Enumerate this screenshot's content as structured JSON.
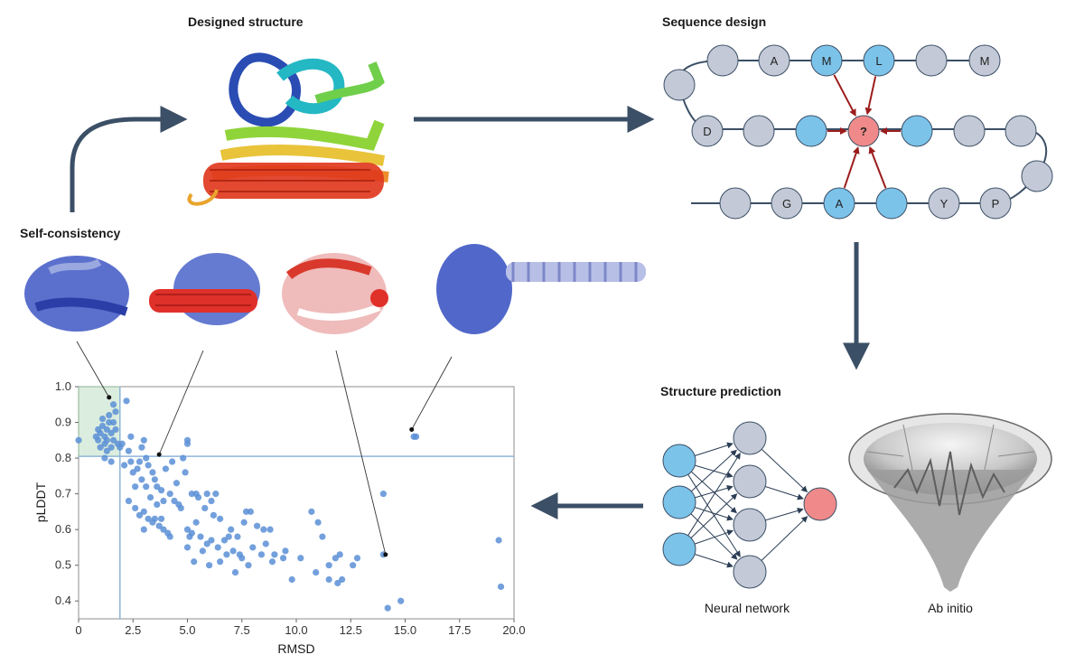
{
  "panels": {
    "designed_structure": "Designed structure",
    "sequence_design": "Sequence design",
    "self_consistency": "Self-consistency",
    "structure_prediction": "Structure prediction",
    "neural_network": "Neural network",
    "ab_initio": "Ab initio"
  },
  "sequence": {
    "top_row": [
      "",
      "A",
      "M",
      "L",
      "",
      "M"
    ],
    "left_cap": [
      ""
    ],
    "middle_row": [
      "D",
      "",
      "",
      "?",
      "",
      "",
      ""
    ],
    "bottom_row": [
      "",
      "G",
      "A",
      "",
      "Y",
      "P"
    ],
    "colors": {
      "plain": "#c3c9d6",
      "context": "#7cc3ea",
      "target": "#f08a8a",
      "arrow": "#9b1c1c"
    }
  },
  "network": {
    "layers": [
      3,
      4,
      1
    ],
    "colors": {
      "input": "#7cc3ea",
      "hidden": "#c3c9d6",
      "output": "#f08a8a"
    }
  },
  "chart_data": {
    "type": "scatter",
    "xlabel": "RMSD",
    "ylabel": "pLDDT",
    "xlim": [
      0,
      20
    ],
    "ylim": [
      0.35,
      1.0
    ],
    "x_ticks": [
      "0",
      "2.5",
      "5.0",
      "7.5",
      "10.0",
      "12.5",
      "15.0",
      "17.5",
      "20.0"
    ],
    "y_ticks": [
      "1.0",
      "0.9",
      "0.8",
      "0.7",
      "0.6",
      "0.5",
      "0.4"
    ],
    "threshold_x": 1.9,
    "threshold_y": 0.805,
    "point_color": "#5b8fd6",
    "highlighted": [
      [
        1.4,
        0.97
      ],
      [
        3.7,
        0.81
      ],
      [
        14.1,
        0.53
      ],
      [
        15.3,
        0.88
      ]
    ],
    "points": [
      [
        0.9,
        0.88
      ],
      [
        1.0,
        0.87
      ],
      [
        1.1,
        0.89
      ],
      [
        1.2,
        0.86
      ],
      [
        1.3,
        0.88
      ],
      [
        1.4,
        0.9
      ],
      [
        1.5,
        0.87
      ],
      [
        1.6,
        0.85
      ],
      [
        1.7,
        0.93
      ],
      [
        1.6,
        0.95
      ],
      [
        1.2,
        0.84
      ],
      [
        0.8,
        0.86
      ],
      [
        1.0,
        0.83
      ],
      [
        1.3,
        0.82
      ],
      [
        1.5,
        0.83
      ],
      [
        1.8,
        0.84
      ],
      [
        1.9,
        0.83
      ],
      [
        1.1,
        0.91
      ],
      [
        1.4,
        0.92
      ],
      [
        1.7,
        0.88
      ],
      [
        0.9,
        0.85
      ],
      [
        1.2,
        0.8
      ],
      [
        1.5,
        0.79
      ],
      [
        1.3,
        0.85
      ],
      [
        1.6,
        0.9
      ],
      [
        0.0,
        0.85
      ],
      [
        2.2,
        0.96
      ],
      [
        2.0,
        0.84
      ],
      [
        2.3,
        0.82
      ],
      [
        2.4,
        0.79
      ],
      [
        2.1,
        0.78
      ],
      [
        2.5,
        0.76
      ],
      [
        2.7,
        0.77
      ],
      [
        2.9,
        0.83
      ],
      [
        3.1,
        0.8
      ],
      [
        2.6,
        0.72
      ],
      [
        2.8,
        0.79
      ],
      [
        3.2,
        0.78
      ],
      [
        3.4,
        0.76
      ],
      [
        3.0,
        0.85
      ],
      [
        3.5,
        0.74
      ],
      [
        3.6,
        0.72
      ],
      [
        3.8,
        0.71
      ],
      [
        4.0,
        0.77
      ],
      [
        4.3,
        0.79
      ],
      [
        4.5,
        0.73
      ],
      [
        4.9,
        0.76
      ],
      [
        5.0,
        0.84
      ],
      [
        5.0,
        0.85
      ],
      [
        4.8,
        0.8
      ],
      [
        2.3,
        0.68
      ],
      [
        2.6,
        0.66
      ],
      [
        2.8,
        0.64
      ],
      [
        3.0,
        0.65
      ],
      [
        3.2,
        0.63
      ],
      [
        3.4,
        0.62
      ],
      [
        3.5,
        0.63
      ],
      [
        3.7,
        0.61
      ],
      [
        3.9,
        0.6
      ],
      [
        4.1,
        0.59
      ],
      [
        3.3,
        0.69
      ],
      [
        3.6,
        0.67
      ],
      [
        3.9,
        0.68
      ],
      [
        4.4,
        0.68
      ],
      [
        4.6,
        0.67
      ],
      [
        5.2,
        0.7
      ],
      [
        5.5,
        0.69
      ],
      [
        5.9,
        0.7
      ],
      [
        6.1,
        0.68
      ],
      [
        6.3,
        0.7
      ],
      [
        5.8,
        0.66
      ],
      [
        6.2,
        0.64
      ],
      [
        6.5,
        0.63
      ],
      [
        7.0,
        0.6
      ],
      [
        7.3,
        0.58
      ],
      [
        7.6,
        0.62
      ],
      [
        7.9,
        0.65
      ],
      [
        8.2,
        0.61
      ],
      [
        8.5,
        0.6
      ],
      [
        8.8,
        0.6
      ],
      [
        5.0,
        0.6
      ],
      [
        5.2,
        0.59
      ],
      [
        5.4,
        0.62
      ],
      [
        5.6,
        0.58
      ],
      [
        5.9,
        0.56
      ],
      [
        6.1,
        0.57
      ],
      [
        6.4,
        0.55
      ],
      [
        6.7,
        0.57
      ],
      [
        7.1,
        0.54
      ],
      [
        7.4,
        0.53
      ],
      [
        5.0,
        0.55
      ],
      [
        5.3,
        0.51
      ],
      [
        5.7,
        0.54
      ],
      [
        6.0,
        0.5
      ],
      [
        6.5,
        0.51
      ],
      [
        7.2,
        0.48
      ],
      [
        7.8,
        0.5
      ],
      [
        8.0,
        0.55
      ],
      [
        8.4,
        0.53
      ],
      [
        8.9,
        0.51
      ],
      [
        9.0,
        0.53
      ],
      [
        9.5,
        0.54
      ],
      [
        9.8,
        0.46
      ],
      [
        10.2,
        0.52
      ],
      [
        10.7,
        0.65
      ],
      [
        11.0,
        0.62
      ],
      [
        11.2,
        0.58
      ],
      [
        11.5,
        0.5
      ],
      [
        11.8,
        0.52
      ],
      [
        12.0,
        0.53
      ],
      [
        10.9,
        0.48
      ],
      [
        11.5,
        0.46
      ],
      [
        11.9,
        0.45
      ],
      [
        12.1,
        0.46
      ],
      [
        12.6,
        0.5
      ],
      [
        12.8,
        0.52
      ],
      [
        14.0,
        0.7
      ],
      [
        14.0,
        0.53
      ],
      [
        14.2,
        0.38
      ],
      [
        14.8,
        0.4
      ],
      [
        15.5,
        0.86
      ],
      [
        15.4,
        0.86
      ],
      [
        19.3,
        0.57
      ],
      [
        19.4,
        0.44
      ],
      [
        4.2,
        0.58
      ],
      [
        3.8,
        0.63
      ],
      [
        5.4,
        0.7
      ],
      [
        6.8,
        0.53
      ],
      [
        7.5,
        0.52
      ],
      [
        2.9,
        0.74
      ],
      [
        3.1,
        0.72
      ],
      [
        4.7,
        0.66
      ],
      [
        4.2,
        0.7
      ],
      [
        5.1,
        0.58
      ],
      [
        9.4,
        0.52
      ],
      [
        8.6,
        0.56
      ],
      [
        6.9,
        0.58
      ],
      [
        7.7,
        0.65
      ],
      [
        3.0,
        0.6
      ],
      [
        2.4,
        0.86
      ]
    ]
  }
}
